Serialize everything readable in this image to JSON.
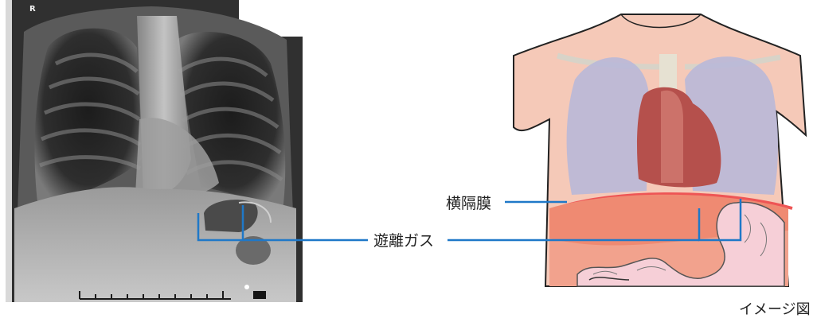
{
  "xray": {
    "side_marker": "R"
  },
  "labels": {
    "diaphragm": "横隔膜",
    "free_gas": "遊離ガス",
    "image_note": "イメージ図"
  },
  "colors": {
    "leader_line": "#1f78c8",
    "skin": "#f5c9b8",
    "lung": "#b9b8d8",
    "heart": "#b5504c",
    "liver": "#ef8a72",
    "intestine": "#f6cfd7",
    "xray_background": "#2a2a2a"
  }
}
